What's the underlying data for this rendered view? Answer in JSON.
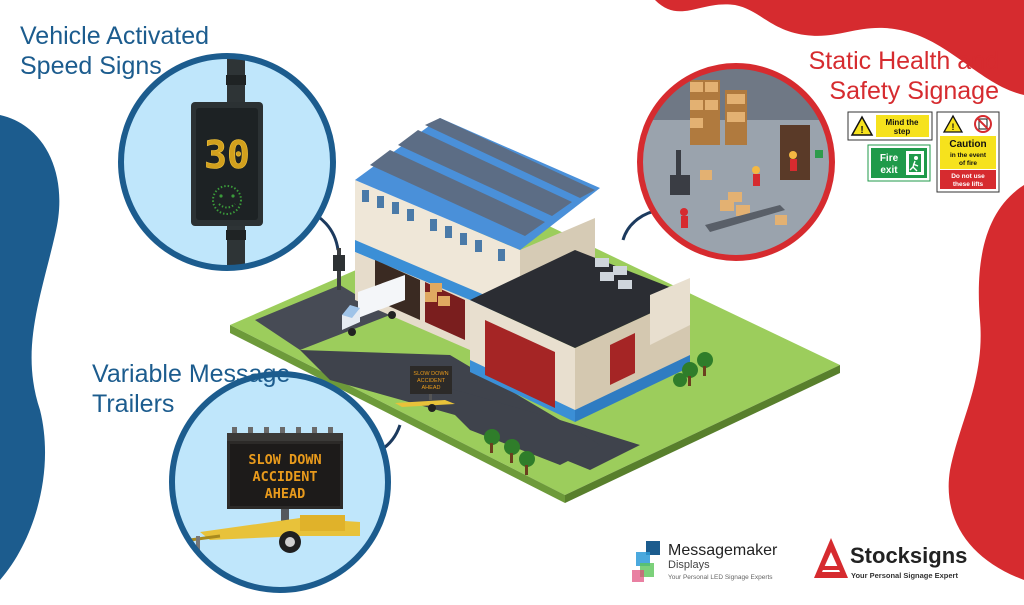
{
  "headings": {
    "speed_signs": {
      "line1": "Vehicle Activated",
      "line2": "Speed Signs"
    },
    "health_safety": {
      "line1": "Static Health and",
      "line2": "Safety Signage"
    },
    "vms_trailers": {
      "line1": "Variable Message",
      "line2": "Trailers"
    }
  },
  "speed_sign": {
    "value": "30"
  },
  "vms_board": {
    "line1": "SLOW DOWN",
    "line2": "ACCIDENT",
    "line3": "AHEAD"
  },
  "safety_signs": {
    "mind_step": {
      "line1": "Mind the",
      "line2": "step"
    },
    "fire_exit": {
      "line1": "Fire",
      "line2": "exit"
    },
    "caution": {
      "title": "Caution",
      "line1": "in the event",
      "line2": "of fire",
      "line3": "Do not use",
      "line4": "these lifts"
    }
  },
  "logos": {
    "messagemaker": {
      "name": "Messagemaker",
      "sub": "Displays",
      "tagline": "Your Personal LED Signage Experts"
    },
    "stocksigns": {
      "name": "Stocksigns",
      "tagline": "Your Personal Signage Expert"
    }
  },
  "colors": {
    "brand_blue": "#1c5c8e",
    "brand_red": "#d62b2f",
    "led_amber": "#e89a1c"
  }
}
